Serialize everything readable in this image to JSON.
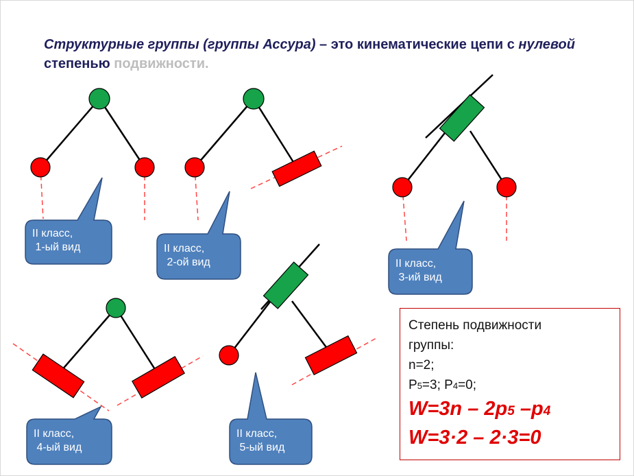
{
  "title": {
    "part1": "Структурные группы (группы Ассура)",
    "part2": " – это кинематические цепи с ",
    "part3": "нулевой",
    "part4": " степенью ",
    "part5": "подвижности",
    "part6": "."
  },
  "callouts": [
    {
      "line1": "II класс,",
      "line2": " 1-ый вид"
    },
    {
      "line1": "II класс,",
      "line2": " 2-ой вид"
    },
    {
      "line1": "II класс,",
      "line2": " 3-ий вид"
    },
    {
      "line1": "II класс,",
      "line2": " 4-ый вид"
    },
    {
      "line1": "II класс,",
      "line2": " 5-ый вид"
    }
  ],
  "formula": {
    "line1": "Степень подвижности",
    "line2": "группы:",
    "line3": "n=2;",
    "p5_label": "P",
    "p5_sub": "5",
    "p5_val": "=3; ",
    "p4_label": "P",
    "p4_sub": "4",
    "p4_val": "=0;",
    "w1_a": "W=3n – 2p",
    "w1_sub1": "5",
    "w1_b": " –p",
    "w1_sub2": "4",
    "w2": "W=3·2 – 2·3=0"
  },
  "colors": {
    "title": "#1f1f5c",
    "green_joint": "#16a34a",
    "red_joint": "#ff0000",
    "callout_fill": "#4f81bd",
    "callout_stroke": "#2f4f7f",
    "dashed": "#ff4444",
    "formula_red": "#e00000"
  }
}
